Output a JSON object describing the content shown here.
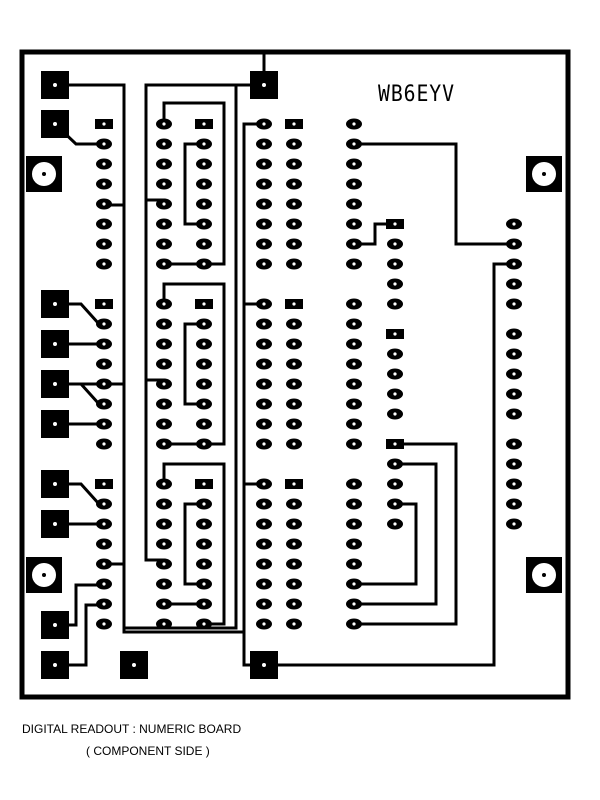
{
  "board": {
    "designator": "WB6EYV",
    "caption_line1": "DIGITAL READOUT : NUMERIC BOARD",
    "caption_line2": "( COMPONENT SIDE )",
    "copper_color": "#000000",
    "substrate_color": "#ffffff"
  },
  "icons": [
    "mounting-hole-icon",
    "square-pad-icon",
    "round-pad-icon",
    "trace-icon"
  ]
}
